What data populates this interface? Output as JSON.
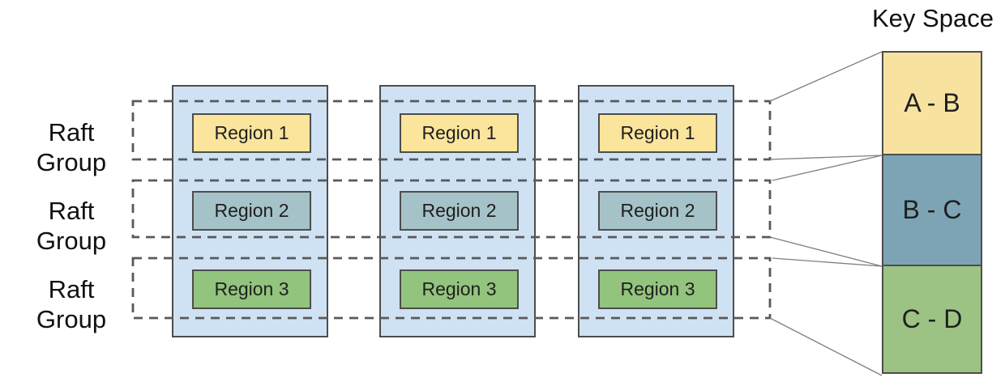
{
  "diagram": {
    "key_space": {
      "title": "Key Space",
      "segments": [
        {
          "label": "A - B",
          "color": "#f7e2a0"
        },
        {
          "label": "B - C",
          "color": "#7da4b5"
        },
        {
          "label": "C - D",
          "color": "#9cc383"
        }
      ]
    },
    "raft_groups": [
      {
        "label": "Raft Group"
      },
      {
        "label": "Raft Group"
      },
      {
        "label": "Raft Group"
      }
    ],
    "nodes": [
      {
        "regions": [
          {
            "label": "Region 1",
            "color": "#fbe49c"
          },
          {
            "label": "Region 2",
            "color": "#a5c2c8"
          },
          {
            "label": "Region 3",
            "color": "#93c47d"
          }
        ]
      },
      {
        "regions": [
          {
            "label": "Region 1",
            "color": "#fbe49c"
          },
          {
            "label": "Region 2",
            "color": "#a5c2c8"
          },
          {
            "label": "Region 3",
            "color": "#93c47d"
          }
        ]
      },
      {
        "regions": [
          {
            "label": "Region 1",
            "color": "#fbe49c"
          },
          {
            "label": "Region 2",
            "color": "#a5c2c8"
          },
          {
            "label": "Region 3",
            "color": "#93c47d"
          }
        ]
      }
    ],
    "colors": {
      "background": "#ffffff",
      "node_fill": "#cfe2f3",
      "box_border": "#4d4d4d",
      "dash_stroke": "#595959",
      "connector_stroke": "#7f7f7f",
      "text": "#1f1f1f"
    }
  }
}
